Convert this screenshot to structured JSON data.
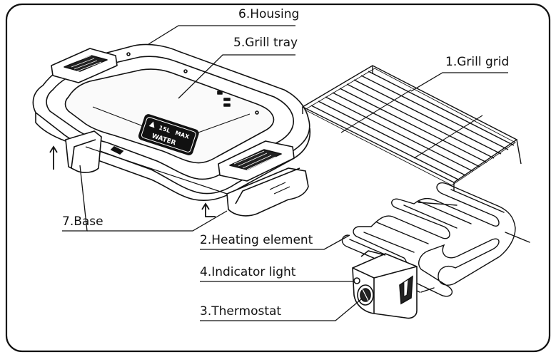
{
  "labels": {
    "housing": "6.Housing",
    "grill_tray": "5.Grill tray",
    "grill_grid": "1.Grill grid",
    "base": "7.Base",
    "heating_element": "2.Heating element",
    "indicator_light": "4.Indicator light",
    "thermostat": "3.Thermostat"
  },
  "tray_warning": {
    "line1": "15L",
    "line2": "MAX",
    "line3": "WATER"
  },
  "colors": {
    "line": "#111111",
    "background": "#ffffff"
  },
  "icons": [
    "arrow-up-icon",
    "arrow-corner-icon",
    "water-drop-icon"
  ]
}
